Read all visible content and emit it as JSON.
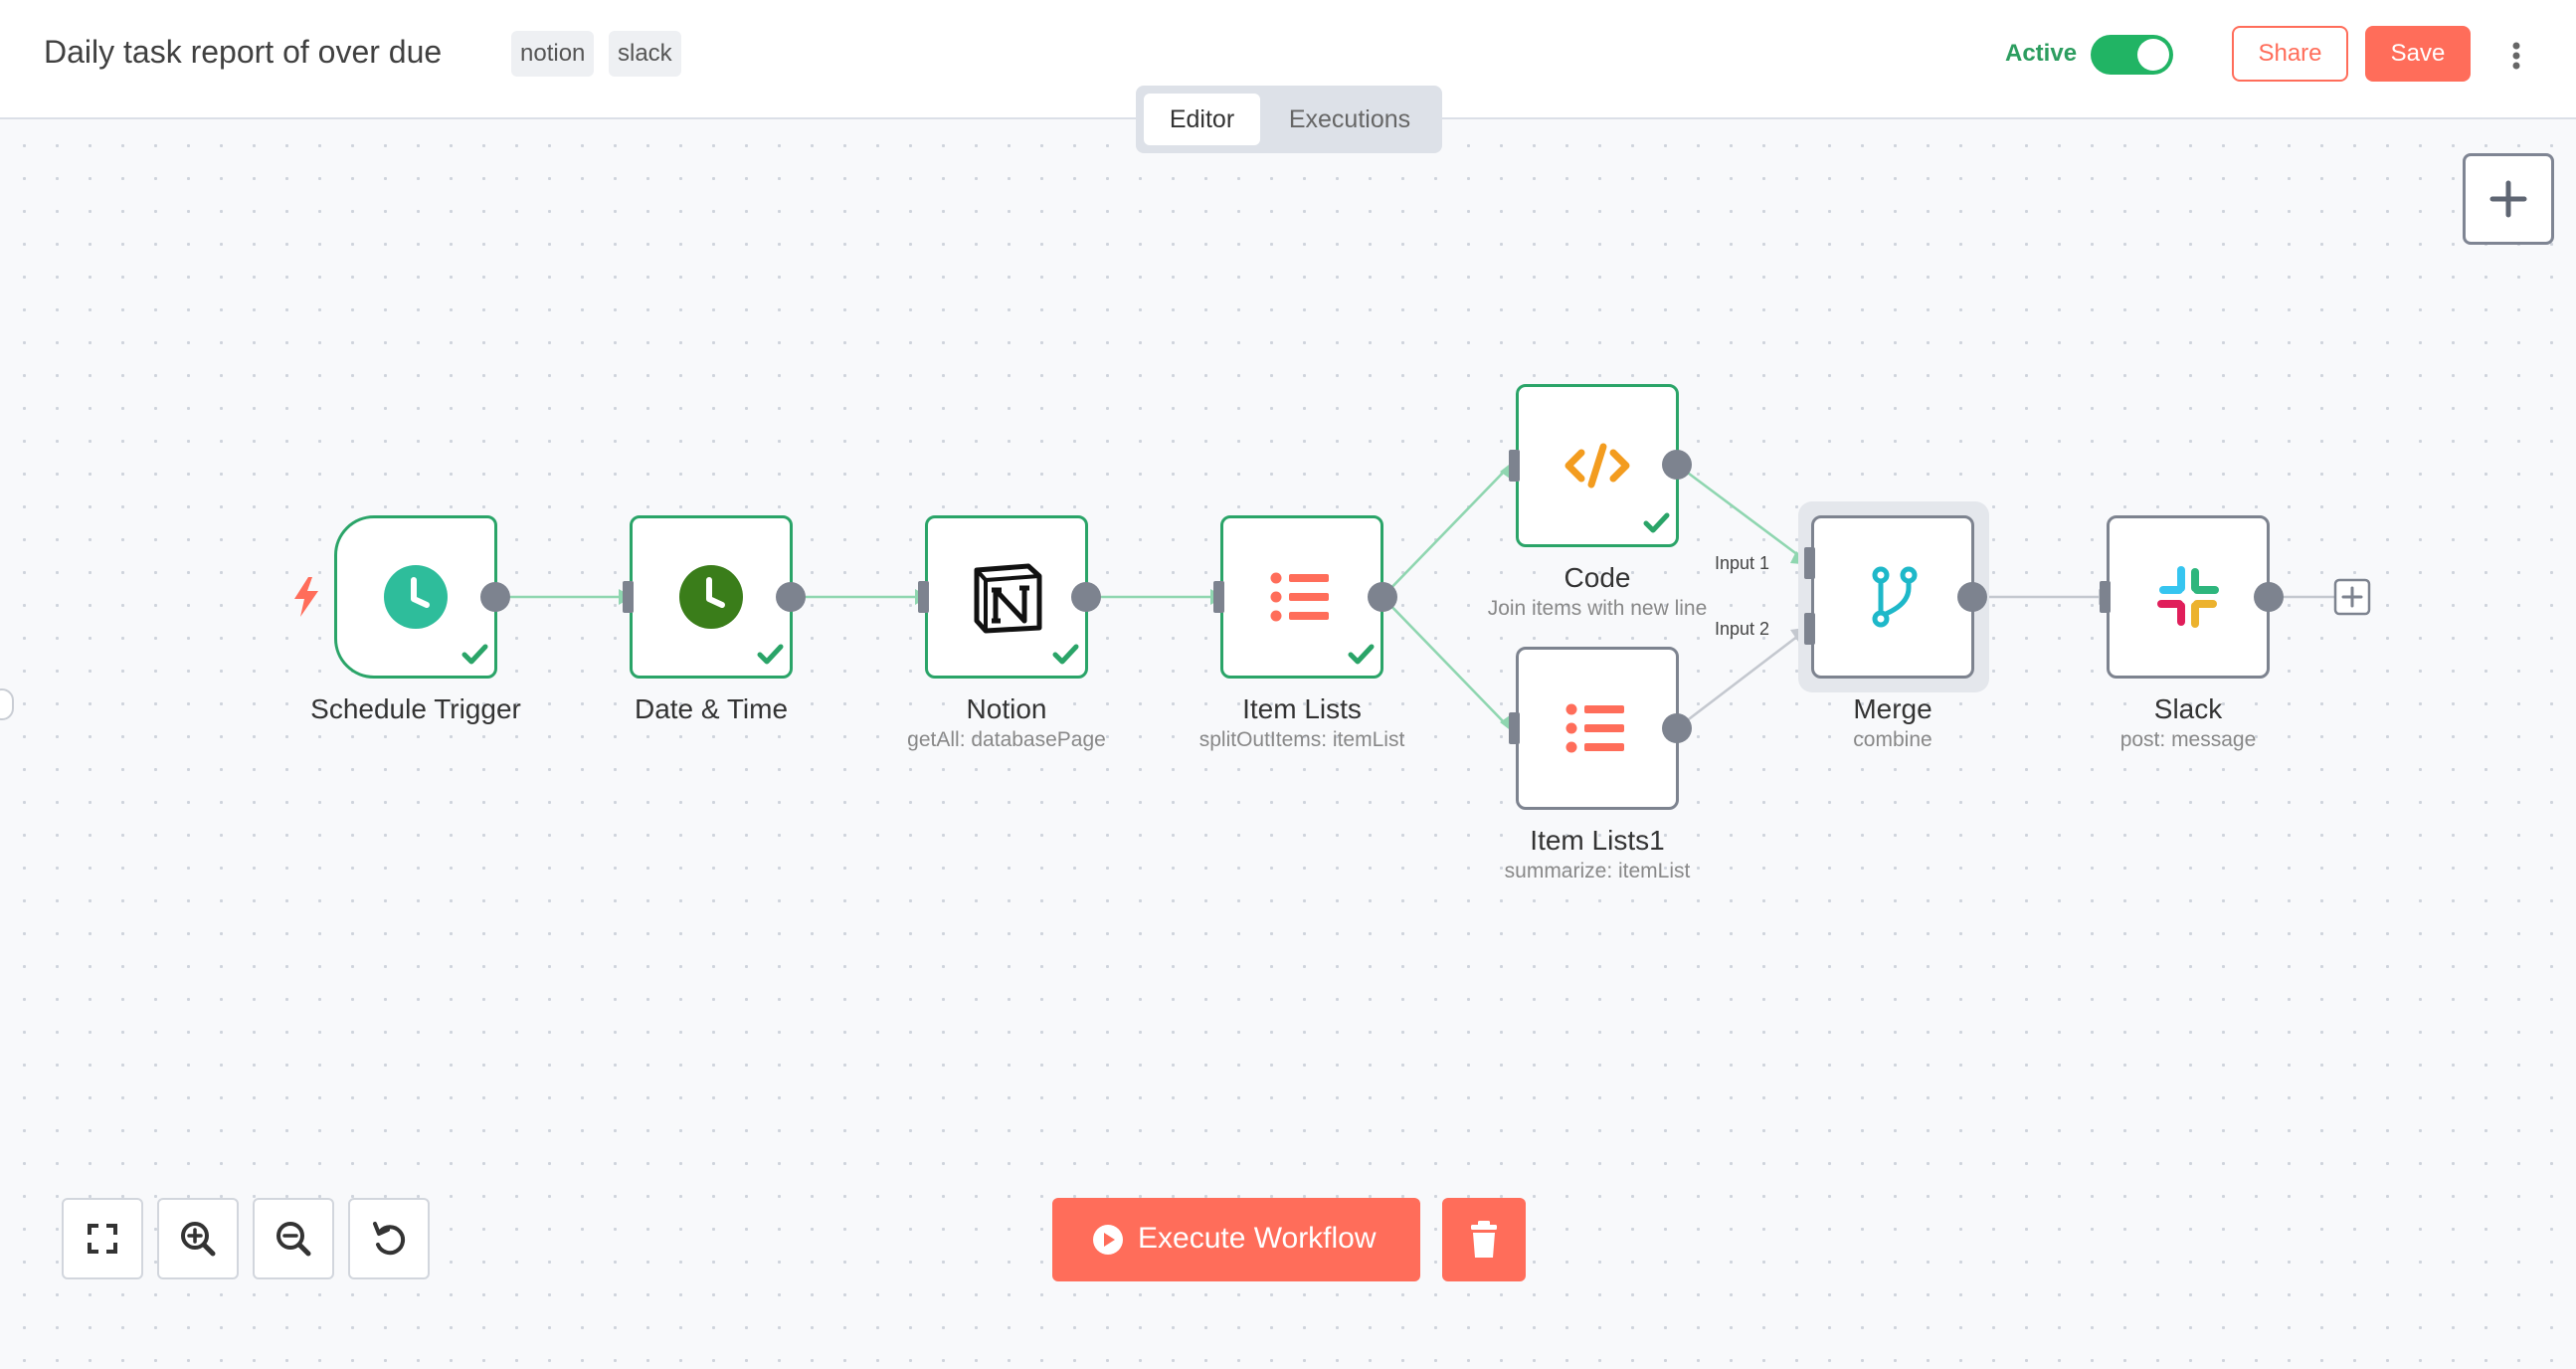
{
  "workflow": {
    "title": "Daily task report of over due",
    "tags": [
      "notion",
      "slack"
    ]
  },
  "header": {
    "active_label": "Active",
    "active": true,
    "share_label": "Share",
    "save_label": "Save",
    "menu_icon": "more-vertical-icon"
  },
  "tabs": [
    {
      "label": "Editor",
      "selected": true
    },
    {
      "label": "Executions",
      "selected": false
    }
  ],
  "canvas": {
    "add_node_icon": "plus-icon",
    "nodes": [
      {
        "name": "Schedule Trigger",
        "subtitle": "",
        "icon": "clock-icon",
        "status": "success"
      },
      {
        "name": "Date & Time",
        "subtitle": "",
        "icon": "clock-icon",
        "status": "success"
      },
      {
        "name": "Notion",
        "subtitle": "getAll: databasePage",
        "icon": "notion-icon",
        "status": "success"
      },
      {
        "name": "Item Lists",
        "subtitle": "splitOutItems: itemList",
        "icon": "list-icon",
        "status": "success"
      },
      {
        "name": "Code",
        "subtitle": "Join items with new line",
        "icon": "code-icon",
        "status": "success"
      },
      {
        "name": "Item Lists1",
        "subtitle": "summarize: itemList",
        "icon": "list-icon",
        "status": "idle"
      },
      {
        "name": "Merge",
        "subtitle": "combine",
        "icon": "merge-icon",
        "status": "idle"
      },
      {
        "name": "Slack",
        "subtitle": "post: message",
        "icon": "slack-icon",
        "status": "idle"
      }
    ],
    "merge_inputs": [
      "Input 1",
      "Input 2"
    ]
  },
  "controls": {
    "zoom_to_fit_icon": "fullscreen-icon",
    "zoom_in_icon": "zoom-in-icon",
    "zoom_out_icon": "zoom-out-icon",
    "reset_icon": "undo-icon",
    "execute_label": "Execute Workflow",
    "delete_icon": "trash-icon"
  },
  "colors": {
    "accent": "#ff6d5a",
    "success": "#2aa468",
    "edge_success": "#8fd6b0",
    "edge_idle": "#c4c8cf"
  }
}
